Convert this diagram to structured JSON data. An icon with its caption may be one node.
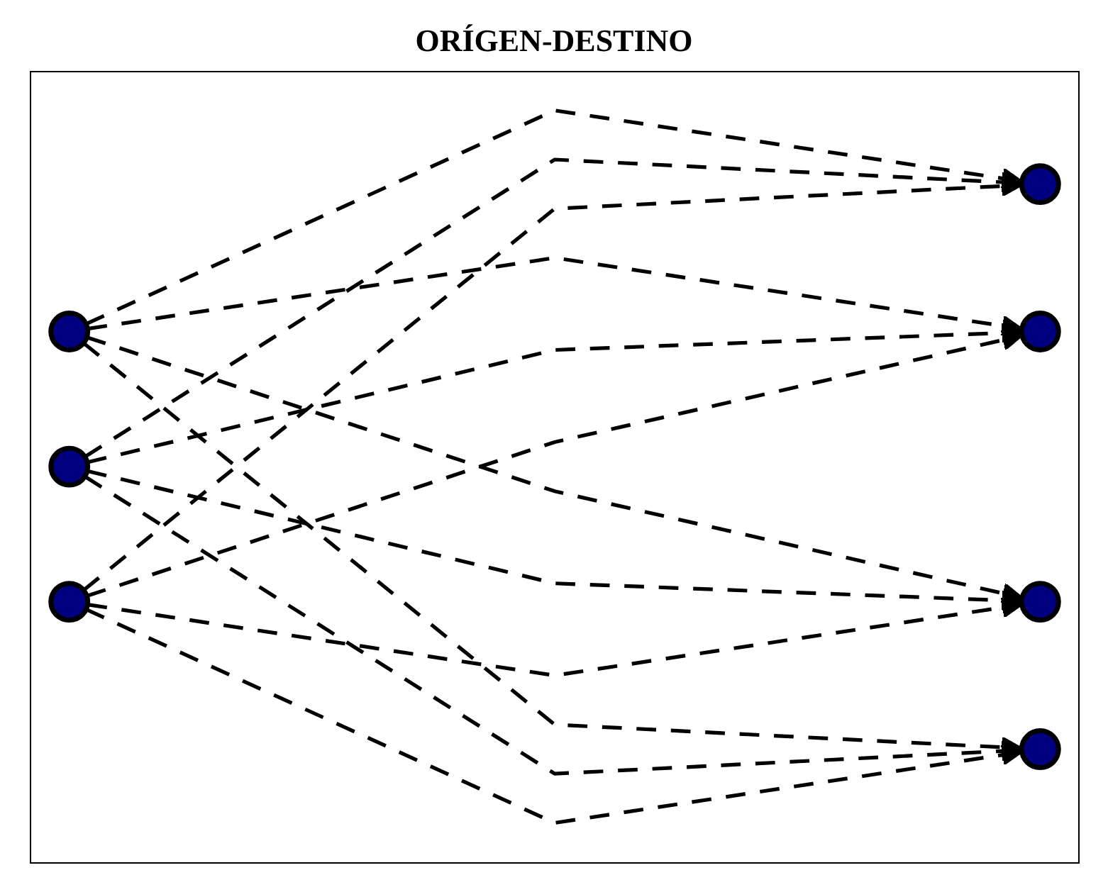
{
  "diagram": {
    "title": "ORÍGEN-DESTINO",
    "nodes": [
      {
        "text": [],
        "shape": "circle"
      },
      {
        "text": [],
        "shape": "circle"
      },
      {
        "text": [],
        "shape": "circle"
      },
      {
        "text": [],
        "shape": "circle"
      },
      {
        "text": [],
        "shape": "circle"
      },
      {
        "text": [],
        "shape": "circle"
      },
      {
        "text": [],
        "shape": "circle"
      }
    ],
    "edges": [
      {
        "from": 0,
        "to": 3,
        "arrow": "to",
        "style": "dashed"
      },
      {
        "from": 0,
        "to": 4,
        "arrow": "to",
        "style": "dashed"
      },
      {
        "from": 0,
        "to": 5,
        "arrow": "to",
        "style": "dashed"
      },
      {
        "from": 0,
        "to": 6,
        "arrow": "to",
        "style": "dashed"
      },
      {
        "from": 1,
        "to": 3,
        "arrow": "to",
        "style": "dashed"
      },
      {
        "from": 1,
        "to": 4,
        "arrow": "to",
        "style": "dashed"
      },
      {
        "from": 1,
        "to": 5,
        "arrow": "to",
        "style": "dashed"
      },
      {
        "from": 1,
        "to": 6,
        "arrow": "to",
        "style": "dashed"
      },
      {
        "from": 2,
        "to": 3,
        "arrow": "to",
        "style": "dashed"
      },
      {
        "from": 2,
        "to": 4,
        "arrow": "to",
        "style": "dashed"
      },
      {
        "from": 2,
        "to": 5,
        "arrow": "to",
        "style": "dashed"
      },
      {
        "from": 2,
        "to": 6,
        "arrow": "to",
        "style": "dashed"
      }
    ]
  }
}
